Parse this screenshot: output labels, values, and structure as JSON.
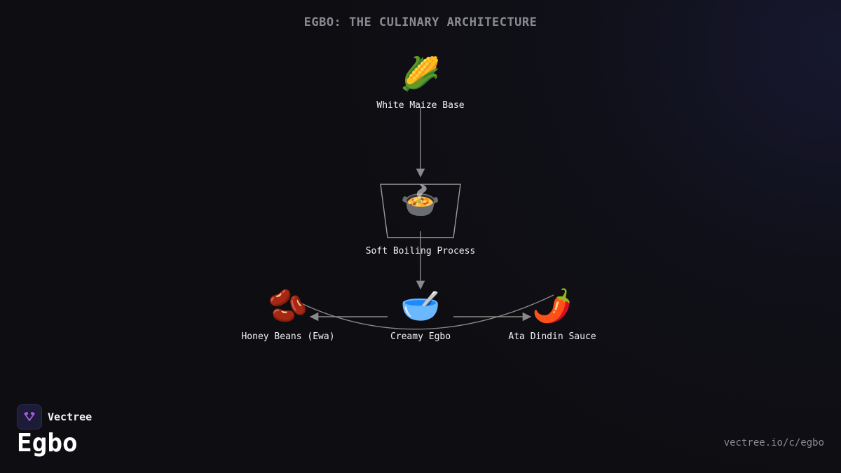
{
  "title": "EGBO: THE CULINARY ARCHITECTURE",
  "nodes": {
    "maize": {
      "icon": "🌽",
      "icon_name": "corn-icon",
      "label": "White Maize Base"
    },
    "boiling": {
      "icon": "🍲",
      "icon_name": "pot-of-food-icon",
      "label": "Soft Boiling Process"
    },
    "egbo": {
      "icon": "🥣",
      "icon_name": "bowl-with-spoon-icon",
      "label": "Creamy Egbo"
    },
    "beans": {
      "icon": "🫘",
      "icon_name": "beans-icon",
      "label": "Honey Beans (Ewa)"
    },
    "sauce": {
      "icon": "🌶️",
      "icon_name": "hot-pepper-icon",
      "label": "Ata Dindin Sauce"
    }
  },
  "brand": {
    "name": "Vectree",
    "logo_icon": "vectree-logo-icon"
  },
  "page_title": "Egbo",
  "url": "vectree.io/c/egbo",
  "colors": {
    "background": "#0e0e12",
    "edge": "#8a8a8a",
    "title": "#8a8a90",
    "brand_tile": "#1c1c38",
    "logo_accent": "#a35ee0"
  }
}
